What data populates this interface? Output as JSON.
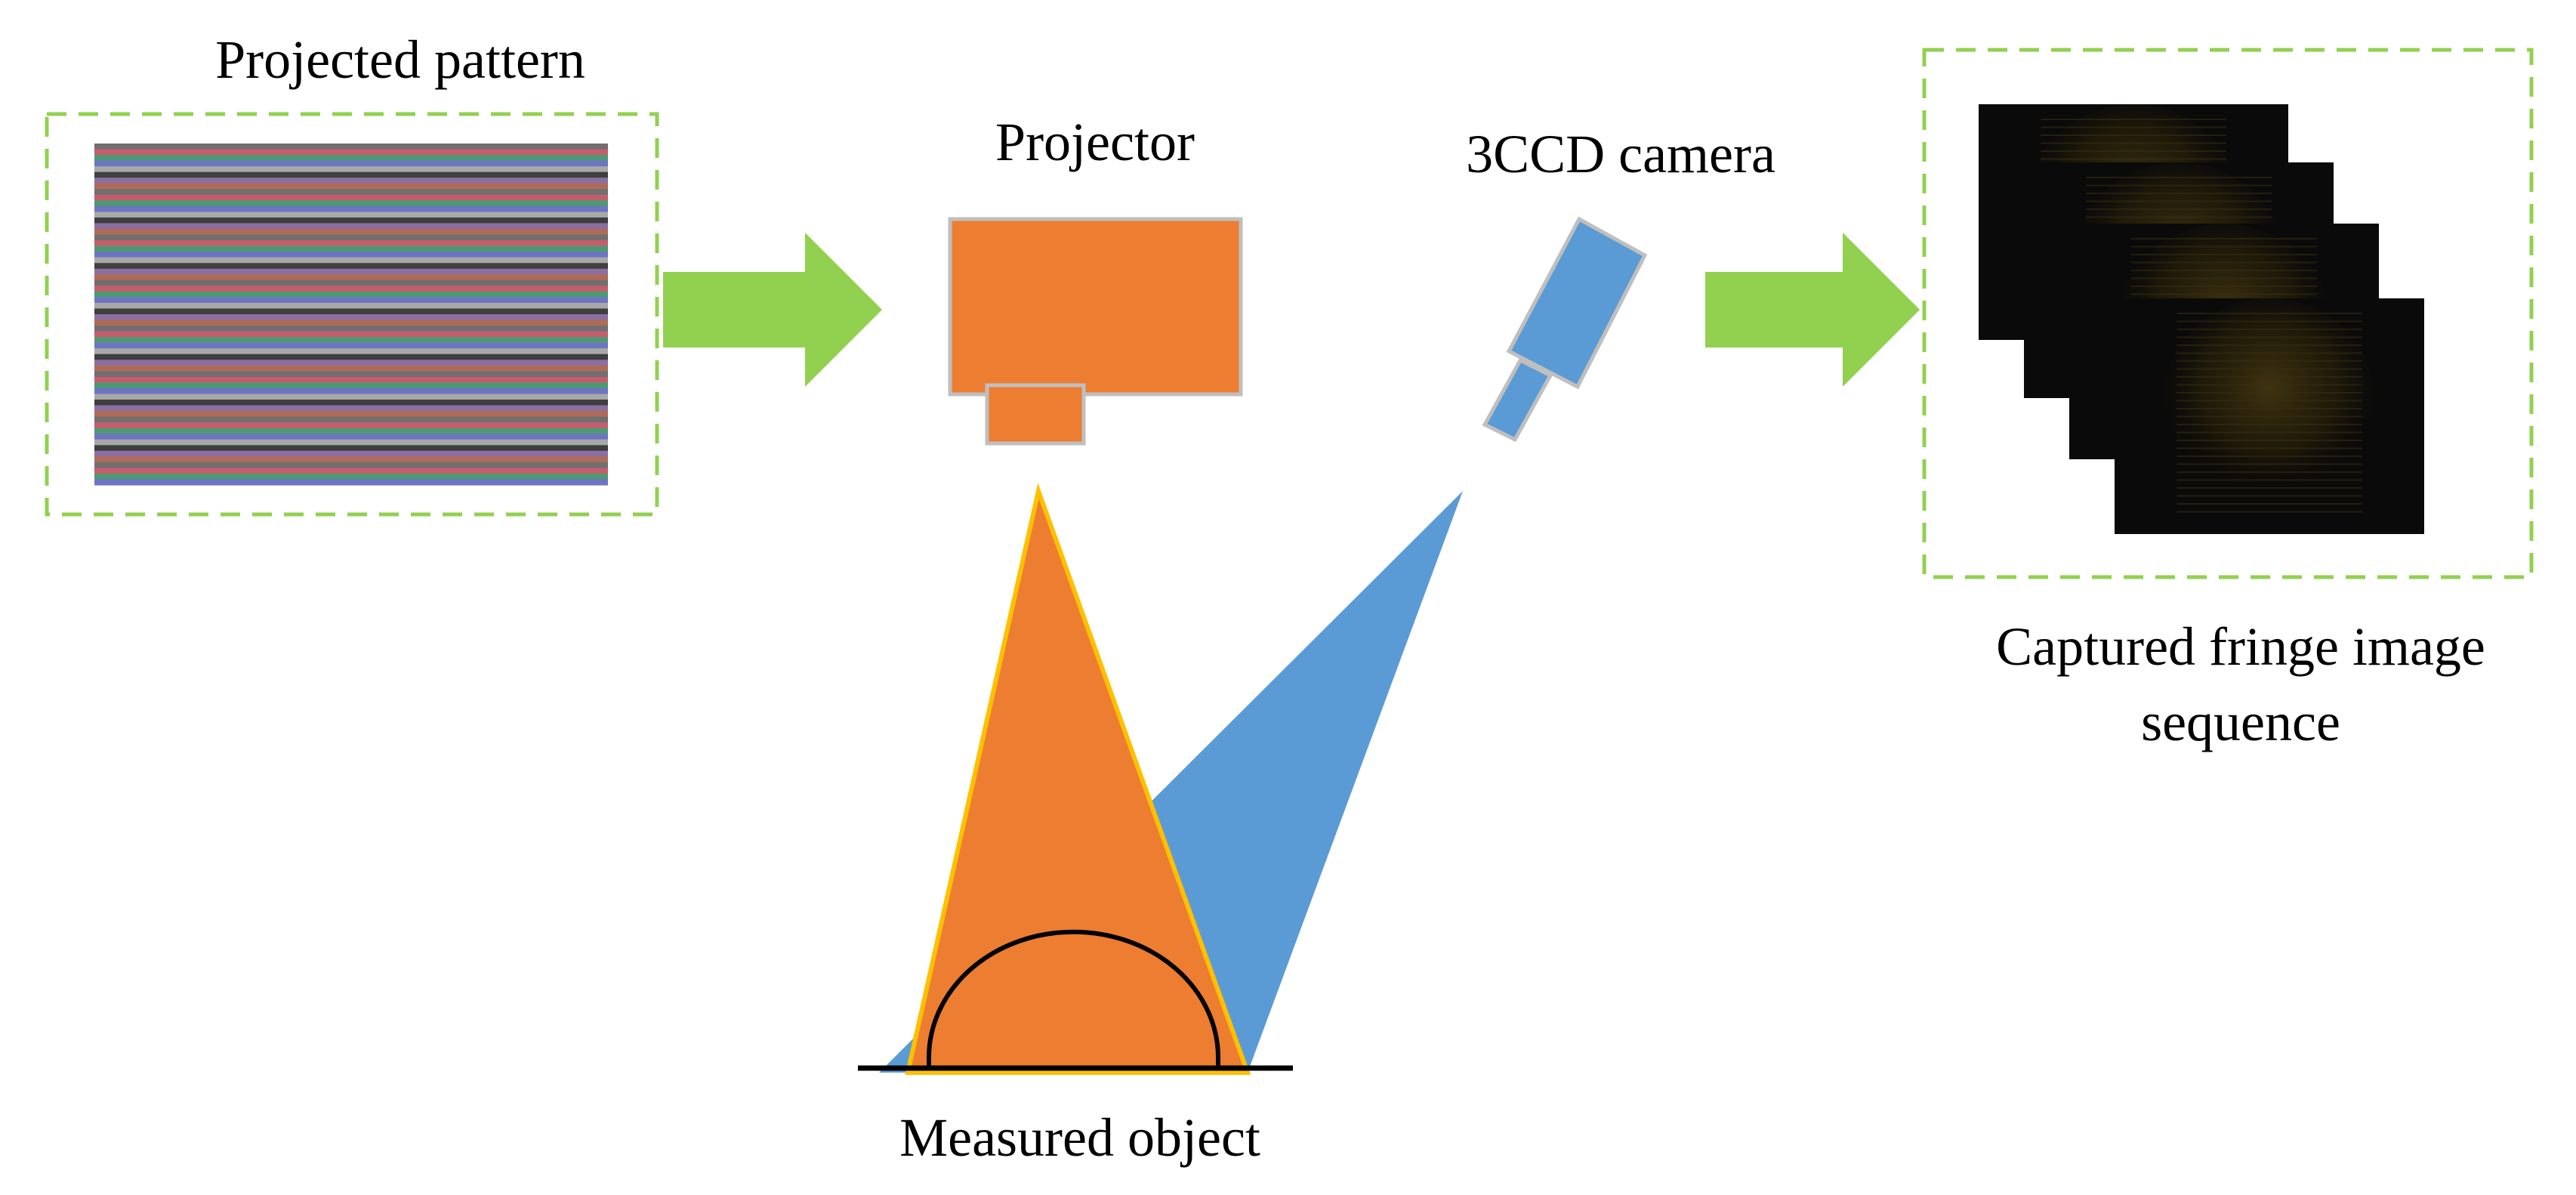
{
  "labels": {
    "projected_pattern": "Projected pattern",
    "projector": "Projector",
    "camera": "3CCD camera",
    "captured_line1": "Captured fringe image",
    "captured_line2": "sequence",
    "measured_object": "Measured object"
  },
  "fringe": {
    "band_colors": [
      "#6f6f6f",
      "#c65c6e",
      "#4d9a72",
      "#6e74c4",
      "#a8a8a8",
      "#3f3f3f",
      "#8a6fa0",
      "#b06a58"
    ]
  },
  "colors": {
    "accent_green": "#92d050",
    "projector_orange": "#ed7d31",
    "camera_blue": "#5b9bd5",
    "dashed_border": "#92d050",
    "outline_gray": "#bfbfbf",
    "triangle_outline": "#ffc000",
    "frame_black": "#0a0a0a"
  },
  "icons": {
    "arrow_1": "right-arrow-icon",
    "arrow_2": "right-arrow-icon"
  }
}
